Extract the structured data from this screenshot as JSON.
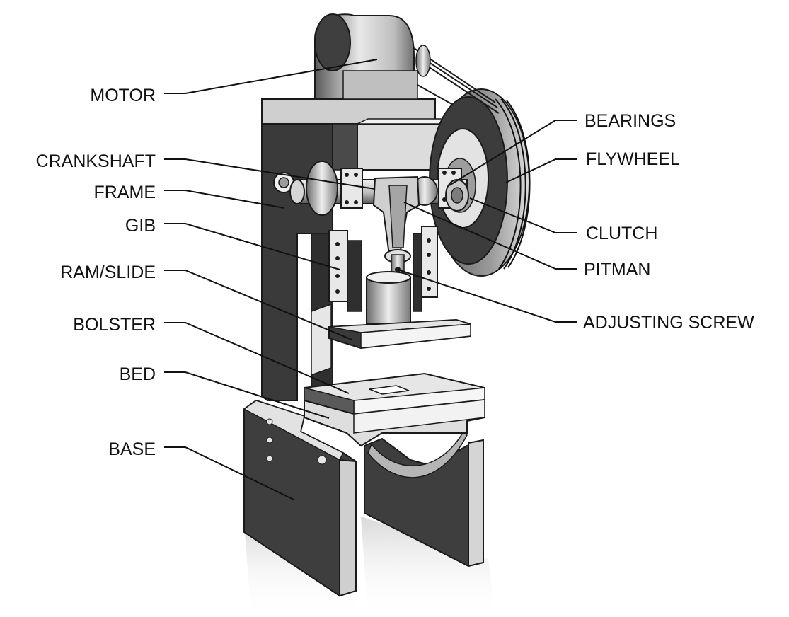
{
  "labels": {
    "motor": "MOTOR",
    "crankshaft": "CRANKSHAFT",
    "frame": "FRAME",
    "gib": "GIB",
    "ram_slide": "RAM/SLIDE",
    "bolster": "BOLSTER",
    "bed": "BED",
    "base": "BASE",
    "bearings": "BEARINGS",
    "flywheel": "FLYWHEEL",
    "clutch": "CLUTCH",
    "pitman": "PITMAN",
    "adjusting_screw": "ADJUSTING SCREW"
  },
  "colors": {
    "dark_surface": "#3e3e3e",
    "mid_surface": "#8a8a8a",
    "light_surface": "#d9d9d9",
    "highlight": "#f2f2f2",
    "outline": "#1a1a1a",
    "label_text": "#111111"
  }
}
